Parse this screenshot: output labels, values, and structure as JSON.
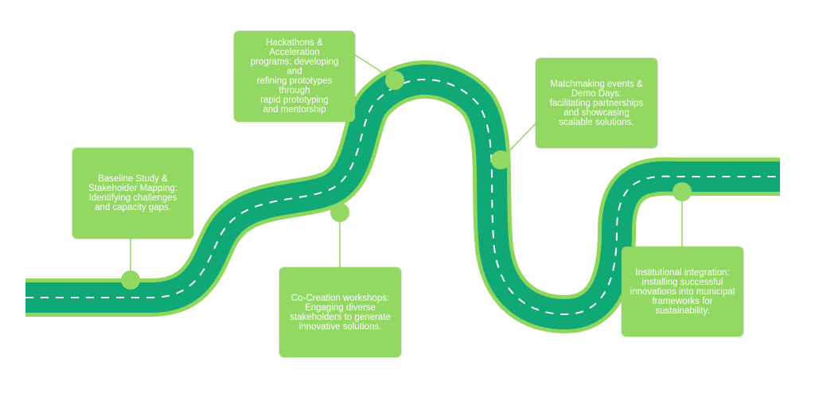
{
  "colors": {
    "road": "#0fa876",
    "road_edge": "#8fd65d",
    "lane_marking": "#ffffff",
    "card_background": "#93d862",
    "card_text": "#ffffff",
    "milestone_dot": "#93d862",
    "connector": "#93d862"
  },
  "milestones": [
    {
      "id": "baseline",
      "text": "Baseline Study &\nStakeholder Mapping:\nIdentifying challenges\nand capacity gaps."
    },
    {
      "id": "hackathons",
      "text": "Hackathons & Acceleration\nprograms: developing and\nrefining prototypes through\nrapid prototyping\nand mentorship"
    },
    {
      "id": "cocreation",
      "text": "Co-Creation workshops:\nEngaging diverse\nstakeholders to generate\ninnovative solutions."
    },
    {
      "id": "matchmaking",
      "text": "Matchmaking events &\nDemo Days:\nfacilitating partnerships\nand showcasing\nscalable solutions."
    },
    {
      "id": "institutional",
      "text": "Institutional integration:\ninstalling successful\ninnovations into municipal\nframeworks for sustainability."
    }
  ]
}
